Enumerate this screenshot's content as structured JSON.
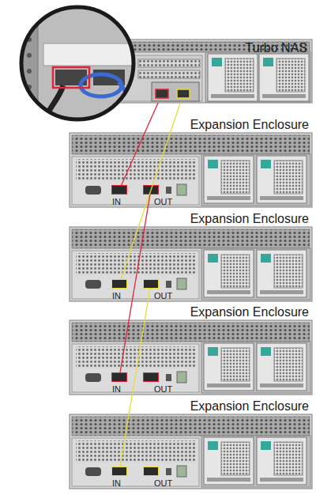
{
  "diagram": {
    "nodes": [
      {
        "text": [
          "Turbo NAS"
        ]
      },
      {
        "text": [
          "Expansion Enclosure"
        ]
      },
      {
        "text": [
          "IN"
        ],
        "in": 1
      },
      {
        "text": [
          "OUT"
        ],
        "in": 1
      },
      {
        "text": [
          "Expansion Enclosure"
        ]
      },
      {
        "text": [
          "IN"
        ],
        "in": 4
      },
      {
        "text": [
          "OUT"
        ],
        "in": 4
      },
      {
        "text": [
          "Expansion Enclosure"
        ]
      },
      {
        "text": [
          "IN"
        ],
        "in": 7
      },
      {
        "text": [
          "OUT"
        ],
        "in": 7
      },
      {
        "text": [
          "Expansion Enclosure"
        ]
      },
      {
        "text": [
          "IN"
        ],
        "in": 10
      },
      {
        "text": [
          "OUT"
        ],
        "in": 10
      }
    ],
    "edges": [
      {
        "from": 0,
        "to": 2,
        "arrow": "none"
      },
      {
        "from": 0,
        "to": 5,
        "arrow": "none"
      },
      {
        "from": 3,
        "to": 8,
        "arrow": "none"
      },
      {
        "from": 6,
        "to": 11,
        "arrow": "none"
      }
    ]
  }
}
